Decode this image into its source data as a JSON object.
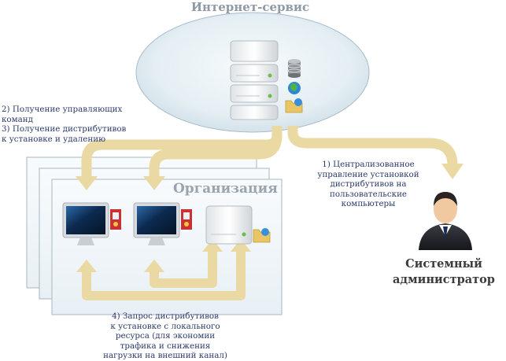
{
  "diagram": {
    "service_title": "Интернет-сервис",
    "organization_title": "Организация",
    "admin_title_lines": [
      "Системный",
      "администратор"
    ],
    "label_top": [
      "2) Получение управляющих",
      "команд",
      "3) Получение дистрибутивов",
      "к установке и удалению"
    ],
    "label_right": [
      "1) Централизованное",
      "управление установкой",
      "дистрибутивов на",
      "пользовательские",
      "компьютеры"
    ],
    "label_bottom": [
      "4) Запрос дистрибутивов",
      "к установке с локального",
      "ресурса (для экономии",
      "трафика и снижения",
      "нагрузки на внешний канал)"
    ],
    "icons": {
      "server": "server-icon",
      "database": "database-icon",
      "globe": "globe-icon",
      "folder": "folder-icon",
      "monitor": "monitor-icon",
      "installer": "installer-icon",
      "admin": "admin-person-icon"
    },
    "colors": {
      "arrow": "#ead9a2",
      "cloud_fill": "#e4eef3",
      "panel_border": "#a9b6c2",
      "label_text": "#2a3a6a",
      "title_text": "#8f9aa6"
    }
  }
}
